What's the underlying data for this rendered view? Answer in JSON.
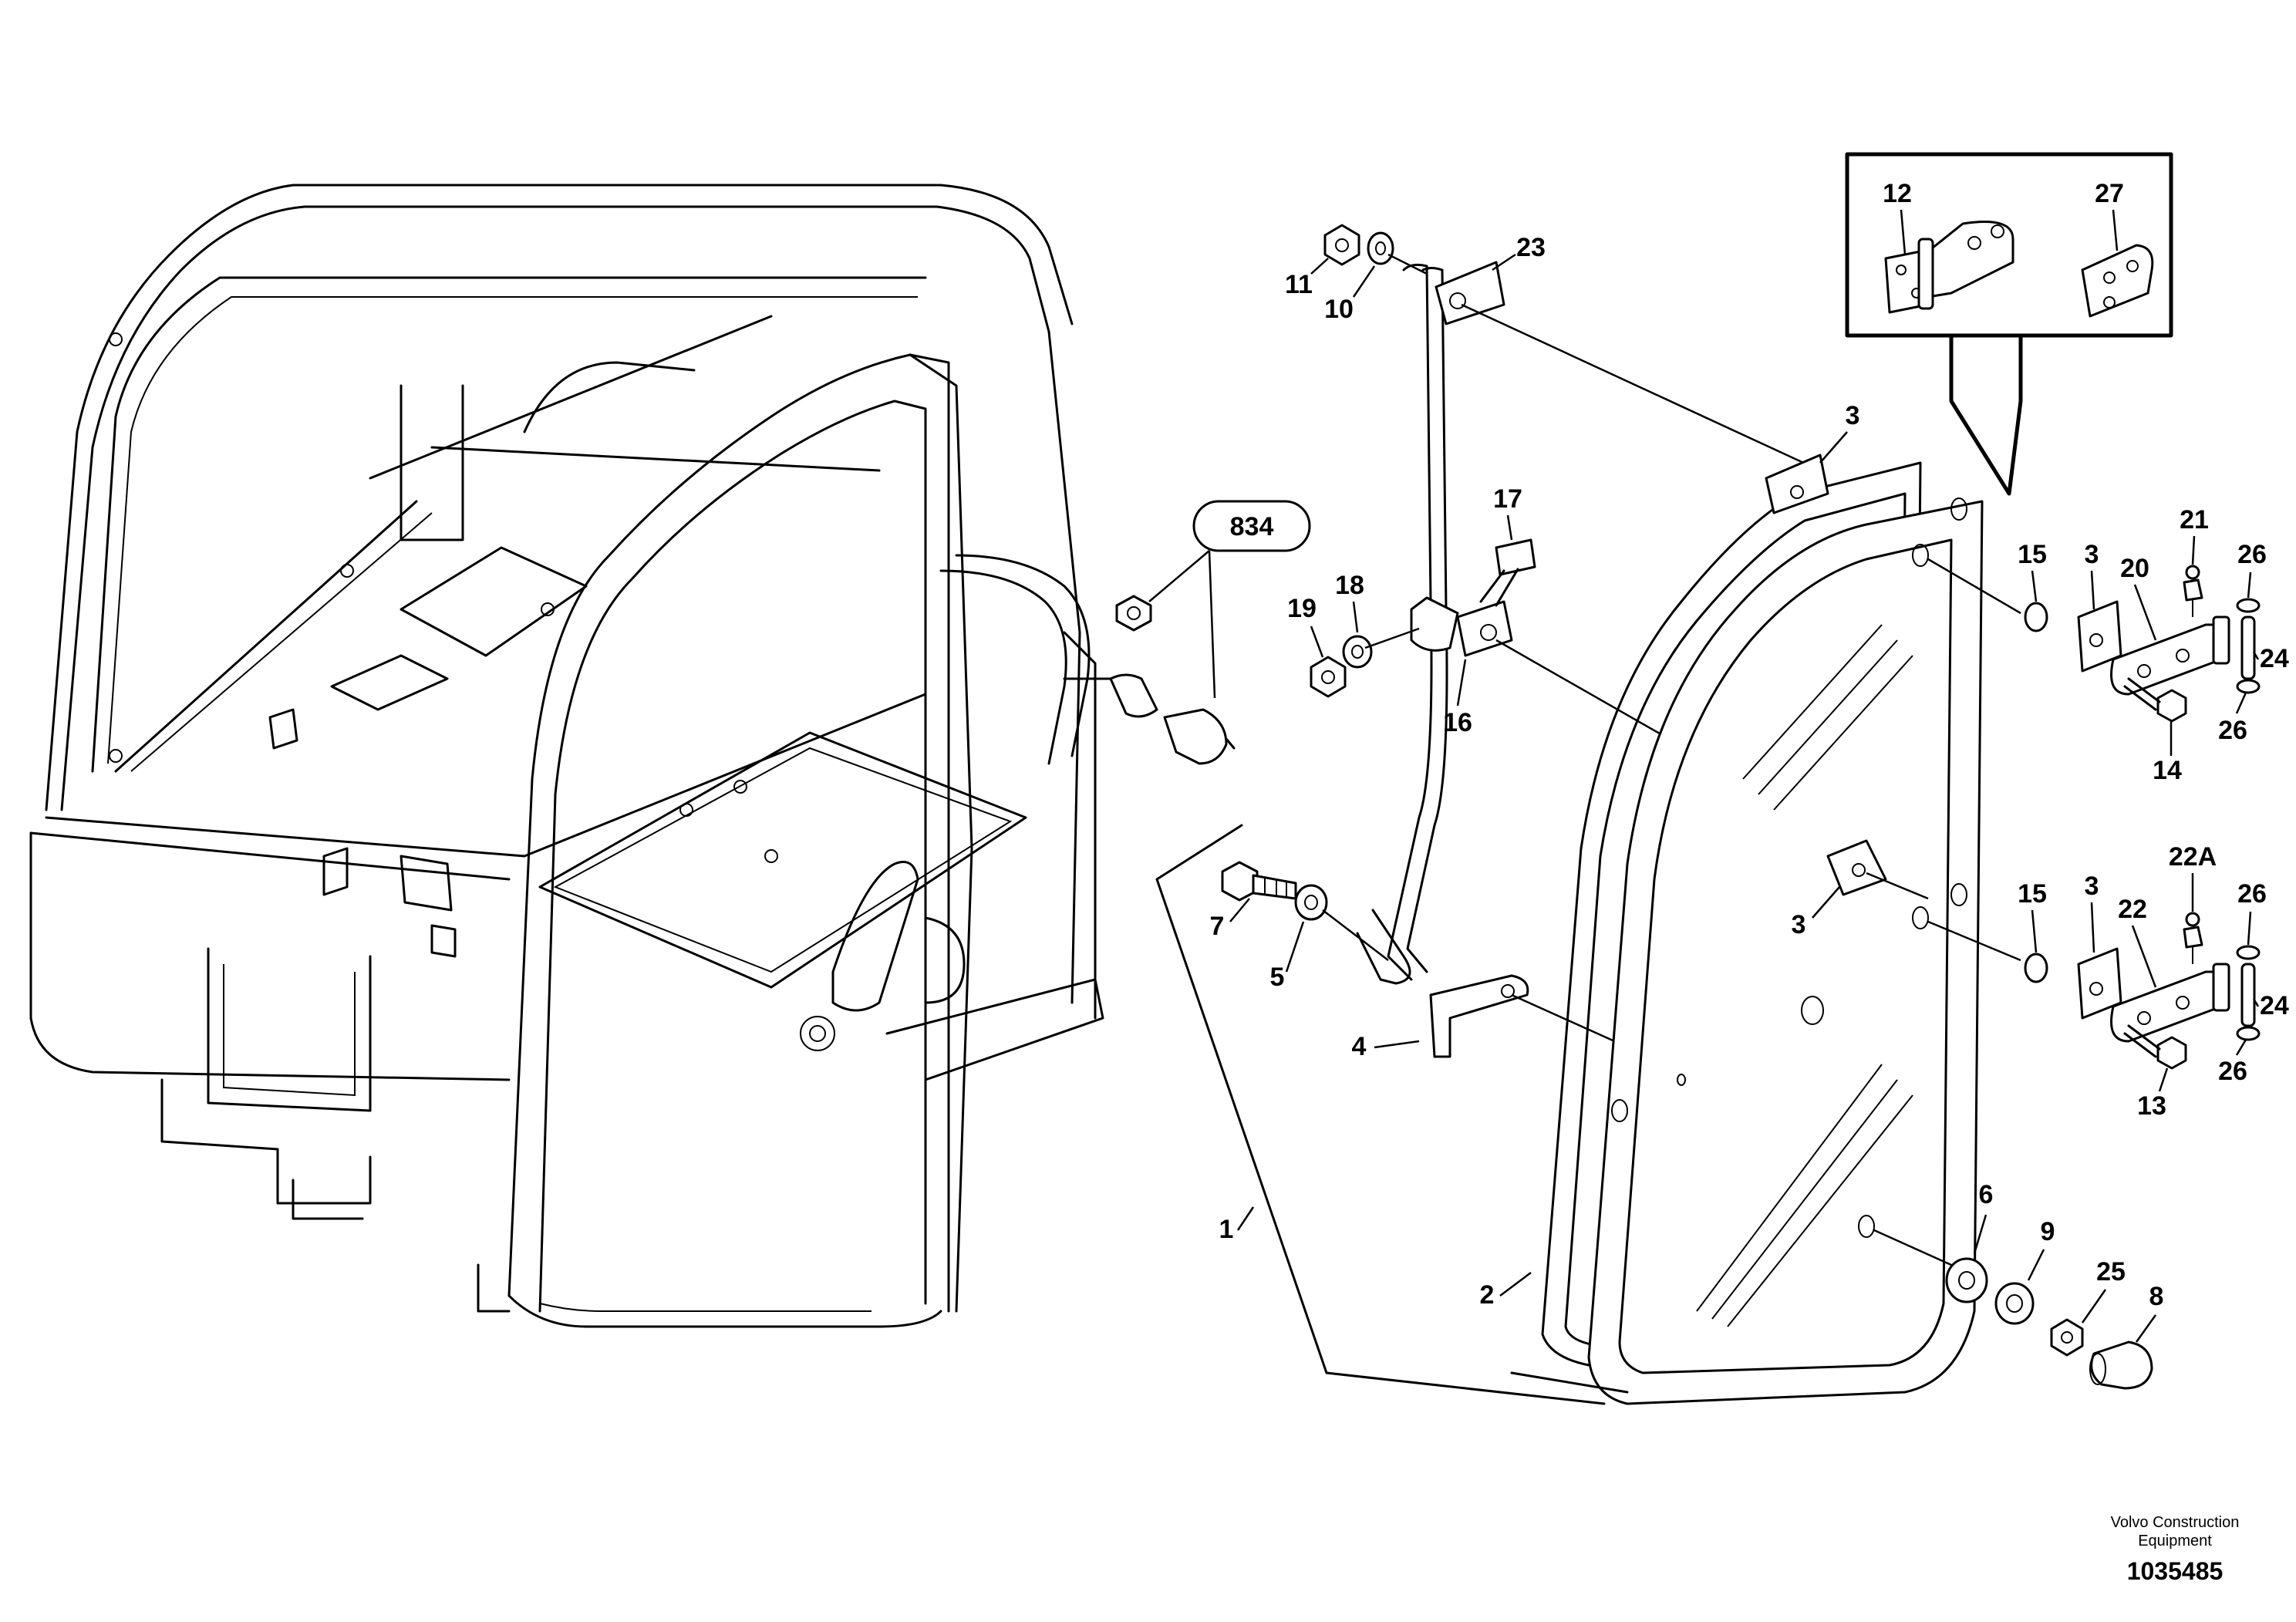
{
  "callouts": {
    "c1": "1",
    "c2": "2",
    "c3a": "3",
    "c3b": "3",
    "c3c": "3",
    "c3d": "3",
    "c4": "4",
    "c5": "5",
    "c6": "6",
    "c7": "7",
    "c8": "8",
    "c9": "9",
    "c10": "10",
    "c11": "11",
    "c12": "12",
    "c13": "13",
    "c14": "14",
    "c15a": "15",
    "c15b": "15",
    "c16": "16",
    "c17": "17",
    "c18": "18",
    "c19": "19",
    "c20": "20",
    "c21": "21",
    "c22": "22",
    "c22a": "22A",
    "c23": "23",
    "c24a": "24",
    "c24b": "24",
    "c25": "25",
    "c26a": "26",
    "c26b": "26",
    "c26c": "26",
    "c26d": "26",
    "c27": "27",
    "ref834": "834"
  },
  "footer": {
    "credit_line1": "Volvo Construction",
    "credit_line2": "Equipment",
    "doc_number": "1035485"
  },
  "icons": [
    "hex-nut-icon",
    "washer-icon",
    "bolt-icon",
    "hinge-icon",
    "glass-door-icon",
    "cab-frame-icon"
  ]
}
